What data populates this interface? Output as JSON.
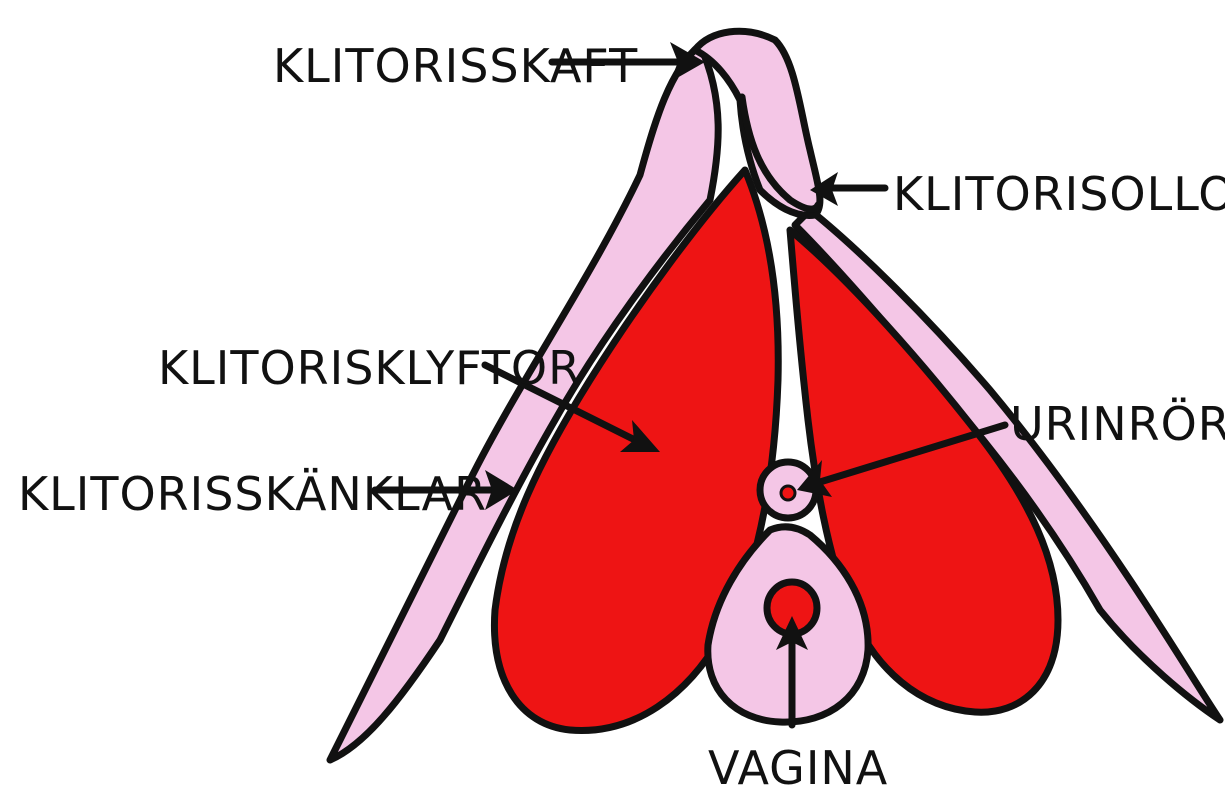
{
  "labels": {
    "shaft": "KLITORISSKAFT",
    "glans": "KLITORISOLLON",
    "bulbs": "KLITORISKLYFTOR",
    "crura": "KLITORISSKÄNKLAR",
    "urethra": "URINRÖR",
    "vagina": "VAGINA"
  },
  "colors": {
    "pink": "#f4c6e6",
    "red": "#ee1414",
    "outline": "#111111",
    "background": "#ffffff"
  }
}
